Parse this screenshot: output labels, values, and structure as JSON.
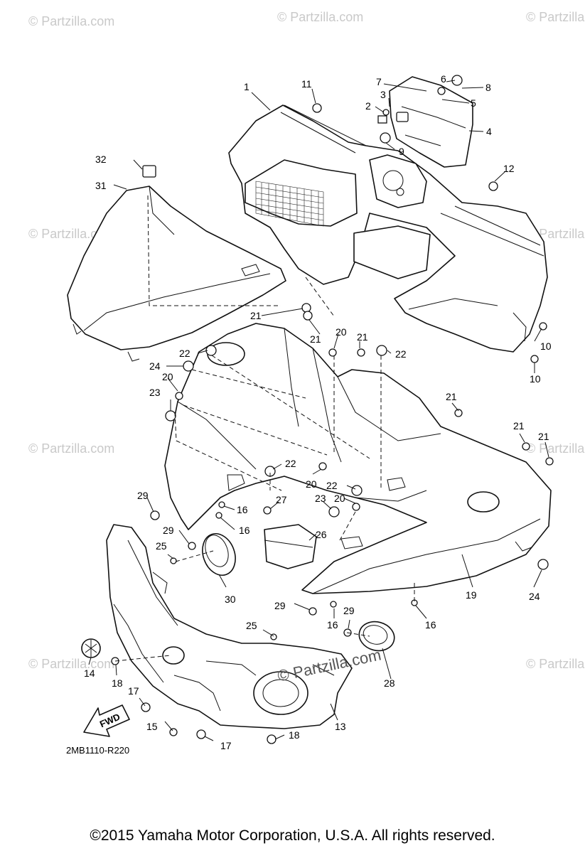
{
  "watermark": "© Partzilla.com",
  "diagram_code": "2MB1110-R220",
  "fwd_label": "FWD",
  "copyright": "©2015 Yamaha Motor Corporation, U.S.A. All rights reserved.",
  "callouts": [
    "1",
    "2",
    "3",
    "4",
    "5",
    "6",
    "7",
    "8",
    "9",
    "10",
    "11",
    "12",
    "13",
    "14",
    "15",
    "16",
    "17",
    "18",
    "19",
    "20",
    "21",
    "22",
    "23",
    "24",
    "25",
    "26",
    "27",
    "28",
    "29",
    "30",
    "31",
    "32"
  ]
}
